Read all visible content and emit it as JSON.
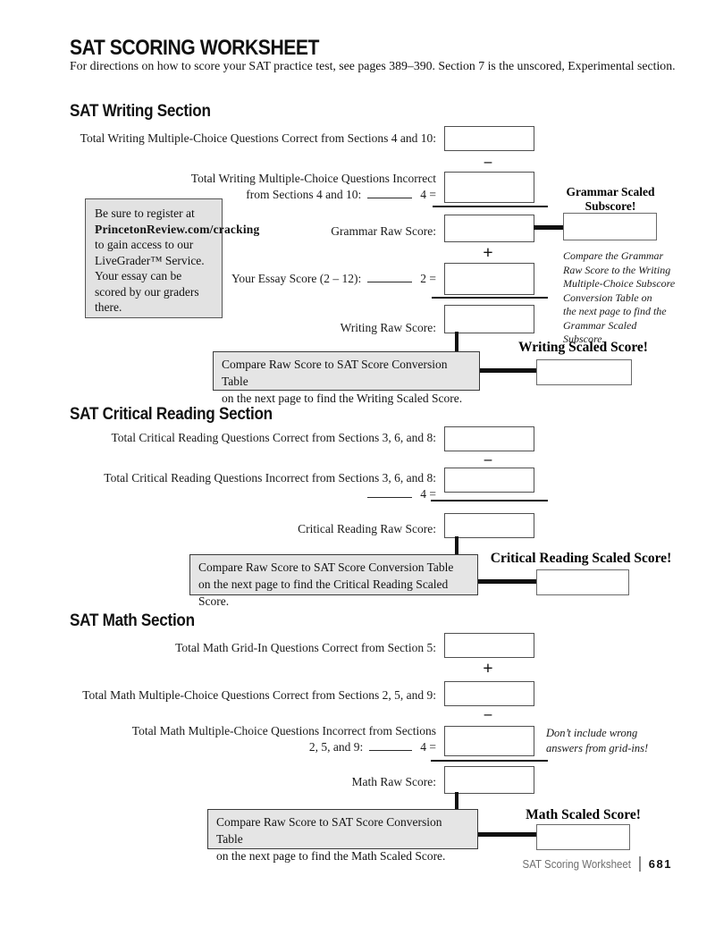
{
  "colors": {
    "ink": "#1a1a1a",
    "box_border": "#4f4f4f",
    "gray_fill": "#e5e5e5"
  },
  "header": {
    "title": "SAT SCORING WORKSHEET",
    "subtitle": "For directions on how to score your SAT practice test, see pages 389–390. Section 7 is the unscored, Experimental section."
  },
  "ops": {
    "minus": "–",
    "plus": "+"
  },
  "register_note": {
    "pre": "Be sure to register at ",
    "bold": "PrincetonReview.com/cracking",
    "post": " to gain access to our LiveGrader™ Service. Your essay can be scored by our graders there."
  },
  "writing": {
    "heading": "SAT Writing Section",
    "correct_label": "Total Writing Multiple-Choice Questions Correct from Sections 4 and 10:",
    "incorrect_label_line1": "Total Writing Multiple-Choice Questions Incorrect",
    "incorrect_label_line2": "from Sections 4 and 10:",
    "incorrect_divisor": "4 =",
    "grammar_subscore_heading_lines": [
      "Grammar Scaled",
      "Subscore!"
    ],
    "grammar_raw_label": "Grammar Raw Score:",
    "grammar_note_lines": [
      "Compare the Grammar",
      "Raw Score to the Writing",
      "Multiple-Choice Subscore",
      "Conversion Table on",
      "the next page to find the",
      "Grammar Scaled Subscore."
    ],
    "essay_label": "Your Essay Score (2 – 12):",
    "essay_multiplier": "2 =",
    "raw_label": "Writing Raw Score:",
    "compare_note_line1": "Compare Raw Score to SAT Score Conversion Table",
    "compare_note_line2": "on the next page to find the Writing Scaled Score.",
    "scaled_heading": "Writing Scaled Score!"
  },
  "critical_reading": {
    "heading": "SAT Critical Reading Section",
    "correct_label": "Total Critical Reading Questions Correct from Sections 3, 6, and 8:",
    "incorrect_label": "Total Critical Reading Questions Incorrect from Sections 3, 6, and 8:",
    "incorrect_divisor": "4 =",
    "raw_label": "Critical Reading Raw Score:",
    "compare_note_line1": "Compare Raw Score to SAT Score Conversion Table",
    "compare_note_line2": "on the next page to find the Critical Reading Scaled Score.",
    "scaled_heading": "Critical Reading Scaled Score!"
  },
  "math": {
    "heading": "SAT Math Section",
    "gridin_label": "Total Math Grid-In Questions Correct from Section 5:",
    "mc_correct_label": "Total Math Multiple-Choice Questions Correct from Sections 2, 5, and 9:",
    "mc_incorrect_label_line1": "Total Math Multiple-Choice Questions Incorrect from Sections",
    "mc_incorrect_label_line2": "2, 5, and 9:",
    "incorrect_divisor": "4 =",
    "gridin_note_lines": [
      "Don’t include wrong",
      "answers from grid-ins!"
    ],
    "raw_label": "Math Raw Score:",
    "compare_note_line1": "Compare Raw Score to SAT Score Conversion Table",
    "compare_note_line2": "on the next page to find the Math Scaled Score.",
    "scaled_heading": "Math Scaled Score!"
  },
  "footer": {
    "label": "SAT Scoring Worksheet",
    "page_number": "681"
  }
}
